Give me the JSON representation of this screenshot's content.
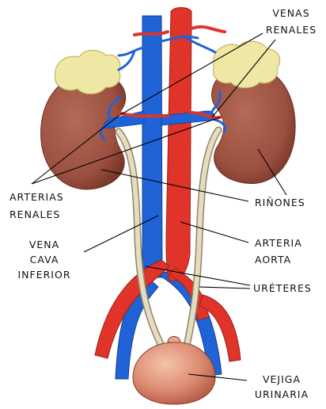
{
  "labels": {
    "venas_renales": [
      "VENAS",
      "RENALES"
    ],
    "arterias_renales": [
      "ARTERIAS",
      "RENALES"
    ],
    "rinones": [
      "RIÑONES"
    ],
    "vena_cava_inferior": [
      "VENA",
      "CAVA",
      "INFERIOR"
    ],
    "arteria_aorta": [
      "ARTERIA",
      "AORTA"
    ],
    "ureteres": [
      "URÉTERES"
    ],
    "vejiga_urinaria": [
      "VEJIGA",
      "URINARIA"
    ]
  },
  "colors": {
    "vein": "#1f63d6",
    "artery": "#e0342a",
    "kidney": "#9c5040",
    "adrenal": "#efe7a4",
    "ureter": "#e6dcc0",
    "bladder": "#d88870"
  }
}
